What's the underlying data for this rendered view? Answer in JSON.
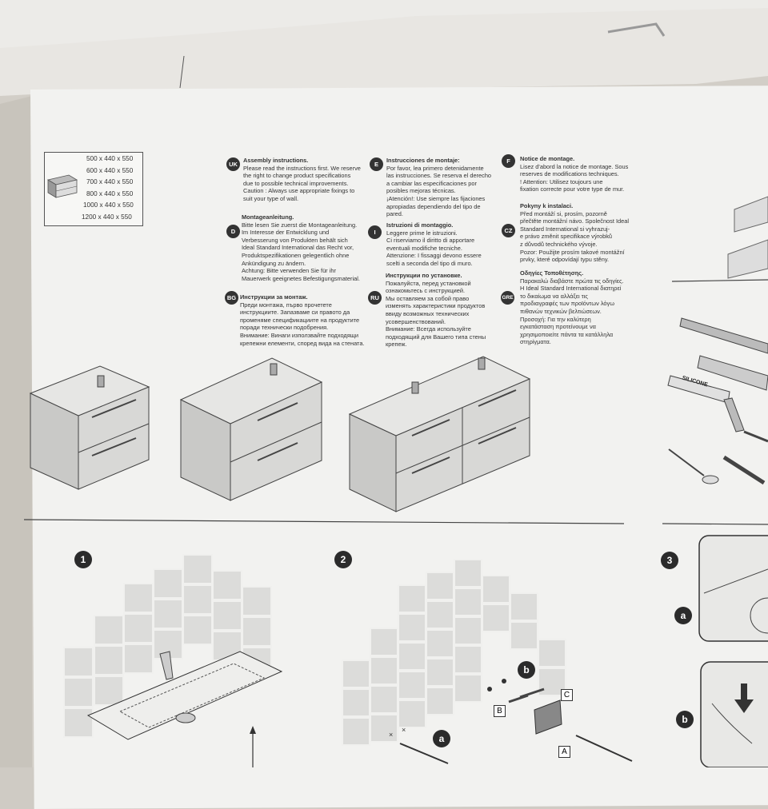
{
  "dimensions": [
    "500 x 440 x 550",
    "600 x 440 x 550",
    "700 x 440 x 550",
    "800 x 440 x 550",
    "1000 x 440 x 550",
    "1200 x 440 x 550"
  ],
  "sections": {
    "uk": {
      "badge": "UK",
      "title": "Assembly instructions.",
      "lines": [
        "Please read the instructions first. We reserve",
        "the right to change product specifications",
        "due to possible technical improvements.",
        "Caution : Always use appropriate fixings to",
        "suit your type of wall."
      ]
    },
    "d": {
      "badge": "D",
      "title": "Montageanleitung.",
      "lines": [
        "Bitte lesen Sie zuerst die Montageanleitung.",
        "Im Interesse der Entwicklung und",
        "Verbesserung von Produkten behält sich",
        "Ideal Standard International das Recht vor,",
        "Produktspezifikationen gelegentlich ohne",
        "Ankündigung zu ändern.",
        "Achtung: Bitte verwenden Sie für ihr",
        "Mauerwerk geeignetes Befestigungsmaterial."
      ]
    },
    "bg": {
      "badge": "BG",
      "title": "Инструкции за монтаж.",
      "lines": [
        "Преди монтажа, първо прочетете",
        "инструкциите. Запазваме си правото да",
        "променяме спецификациите на продуктите",
        "поради технически подобрения.",
        "Внимание: Винаги използвайте подходящи",
        "крепежни елементи, според вида на стената."
      ]
    },
    "e": {
      "badge": "E",
      "title": "Instrucciones de montaje:",
      "lines": [
        "Por favor, lea primero detenidamente",
        "las instrucciones. Se reserva el derecho",
        "a cambiar las especificaciones por",
        "posibles mejoras técnicas.",
        "¡Atención!: Use siempre las fijaciones",
        "apropiadas dependiendo del tipo de",
        "pared."
      ]
    },
    "i": {
      "badge": "I",
      "title": "Istruzioni di montaggio.",
      "lines": [
        "Leggere prime le istruzioni.",
        "Ci riserviamo il diritto di apportare",
        "eventuali modifiche tecniche.",
        "Attenzione: I fissaggi devono essere",
        "scelti a seconda del tipo di muro."
      ]
    },
    "ru": {
      "badge": "RU",
      "title": "Инструкции по установке.",
      "lines": [
        "Пожалуйста, перед установкой",
        "ознакомьтесь с инструкцией.",
        "Мы оставляем за собой право",
        "изменять характеристики продуктов",
        "ввиду возможных технических",
        "усовершенствований.",
        "Внимание: Всегда используйте",
        "подходящий для Вашего типа стены",
        "крепеж."
      ]
    },
    "f": {
      "badge": "F",
      "title": "Notice de montage.",
      "lines": [
        "Lisez d'abord la notice de montage. Sous",
        "reserves de modifications techniques.",
        "! Attention: Utilisez toujours une",
        "fixation correcte pour votre type de mur."
      ]
    },
    "cz": {
      "badge": "CZ",
      "title": "Pokyny k instalaci.",
      "lines": [
        "Před montáží si, prosím, pozorně",
        "přečtěte montážní návo. Společnost Ideal",
        "Standard International si vyhrazuj-",
        "e právo změnit specifikace výrobků",
        "z důvodů technického vývoje.",
        "Pozor: Použijte prosím takové montážní",
        "prvky, které odpovídají typu stěny."
      ]
    },
    "gre": {
      "badge": "GRE",
      "title": "Οδηγίες Τοποθέτησης.",
      "lines": [
        "Παρακαλώ διαβάστε πρώτα τις οδηγίες.",
        "Η Ideal Standard International διατηρεί",
        "το δικαίωμα να αλλάξει τις",
        "προδιαγραφές των προϊόντων λόγω",
        "πιθανών τεχνικών βελτιώσεων.",
        "Προσοχή: Για την καλύτερη",
        "εγκατάσταση προτείνουμε να",
        "χρησιμοποιείτε πάντα τα κατάλληλα",
        "στηρίγματα."
      ]
    }
  },
  "tools": {
    "silicone": "SILICONE"
  },
  "steps": [
    "1",
    "2",
    "3"
  ],
  "substeps": {
    "step2_a": "a",
    "step2_b": "b",
    "step3_a": "a",
    "step3_b": "b"
  },
  "part_labels": {
    "A": "A",
    "B": "B",
    "C": "C"
  },
  "colors": {
    "paper": "#f2f2f0",
    "ink": "#333333",
    "tile": "#dcdcda",
    "cabinet": "#d4d4d2"
  }
}
